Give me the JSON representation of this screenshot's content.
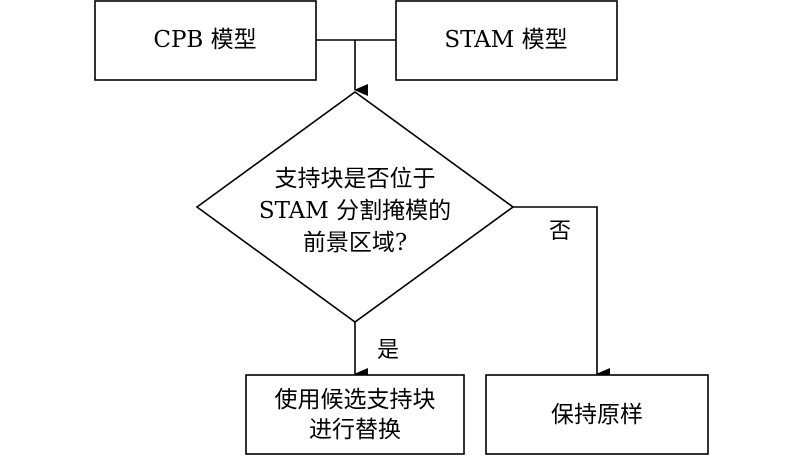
{
  "nodes": {
    "cpb": {
      "label": "CPB 模型"
    },
    "stam": {
      "label": "STAM 模型"
    },
    "decision": {
      "lines": [
        "支持块是否位于",
        "STAM 分割掩模的",
        "前景区域?"
      ]
    },
    "replace": {
      "lines": [
        "使用候选支持块",
        "进行替换"
      ]
    },
    "keep": {
      "label": "保持原样"
    }
  },
  "edges": {
    "no_label": "否",
    "yes_label": "是"
  },
  "colors": {
    "stroke": "#000000",
    "background": "#ffffff"
  }
}
